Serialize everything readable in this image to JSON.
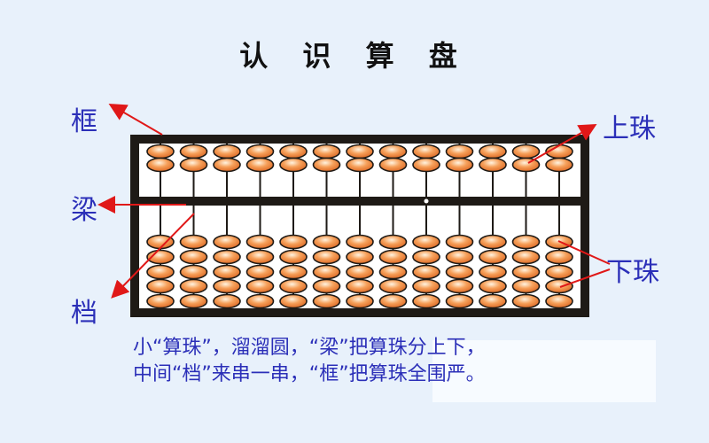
{
  "title": "认 识 算 盘",
  "labels": {
    "frame": "框",
    "beam": "梁",
    "rod": "档",
    "upper_beads": "上珠",
    "lower_beads": "下珠"
  },
  "poem": {
    "line1": "小“算珠”，溜溜圆，“梁”把算珠分上下，",
    "line2": "中间“档”来串一串，“框”把算珠全围严。"
  },
  "abacus": {
    "rods": 13,
    "upper_beads_per_rod": 2,
    "lower_beads_per_rod": 5
  },
  "colors": {
    "label": "#2b2fb8",
    "arrow": "#e01818",
    "frame": "#1e1a16",
    "bead": "#f08a3c"
  }
}
